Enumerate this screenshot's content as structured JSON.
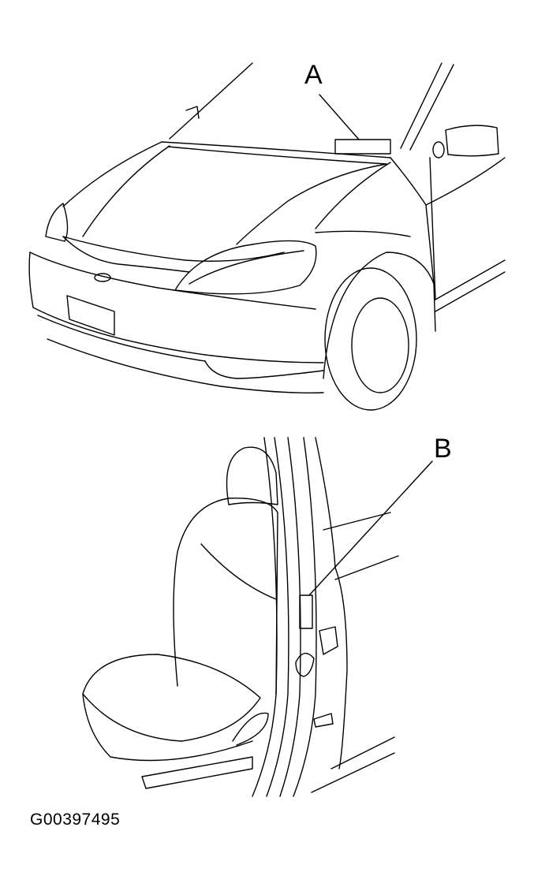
{
  "callouts": {
    "a": "A",
    "b": "B"
  },
  "figure_id": "G00397495",
  "colors": {
    "line": "#000000",
    "background": "#ffffff"
  }
}
